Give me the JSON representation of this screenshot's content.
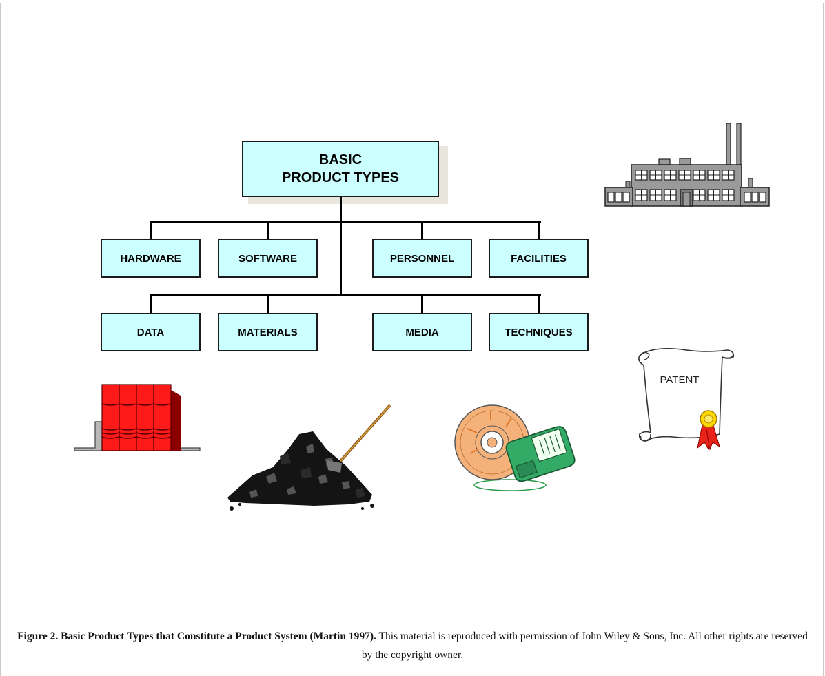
{
  "diagram": {
    "root": {
      "line1": "BASIC",
      "line2": "PRODUCT TYPES"
    },
    "row1": [
      "HARDWARE",
      "SOFTWARE",
      "PERSONNEL",
      "FACILITIES"
    ],
    "row2": [
      "DATA",
      "MATERIALS",
      "MEDIA",
      "TECHNIQUES"
    ]
  },
  "illustrations": {
    "patent_label": "PATENT",
    "items": [
      "factory-icon",
      "books-icon",
      "coal-pile-icon",
      "cd-and-floppy-icon",
      "patent-scroll-icon"
    ]
  },
  "caption": {
    "bold": "Figure 2. Basic Product Types that Constitute a Product System (Martin 1997).",
    "text": " This material is reproduced with permission of John Wiley & Sons, Inc. All other rights are reserved by the copyright owner."
  },
  "colors": {
    "box_fill": "#ccffff",
    "box_border": "#1a1a1a",
    "book_red": "#ff1a1a",
    "cd_orange": "#f4b27a",
    "floppy_green": "#33aa66"
  }
}
